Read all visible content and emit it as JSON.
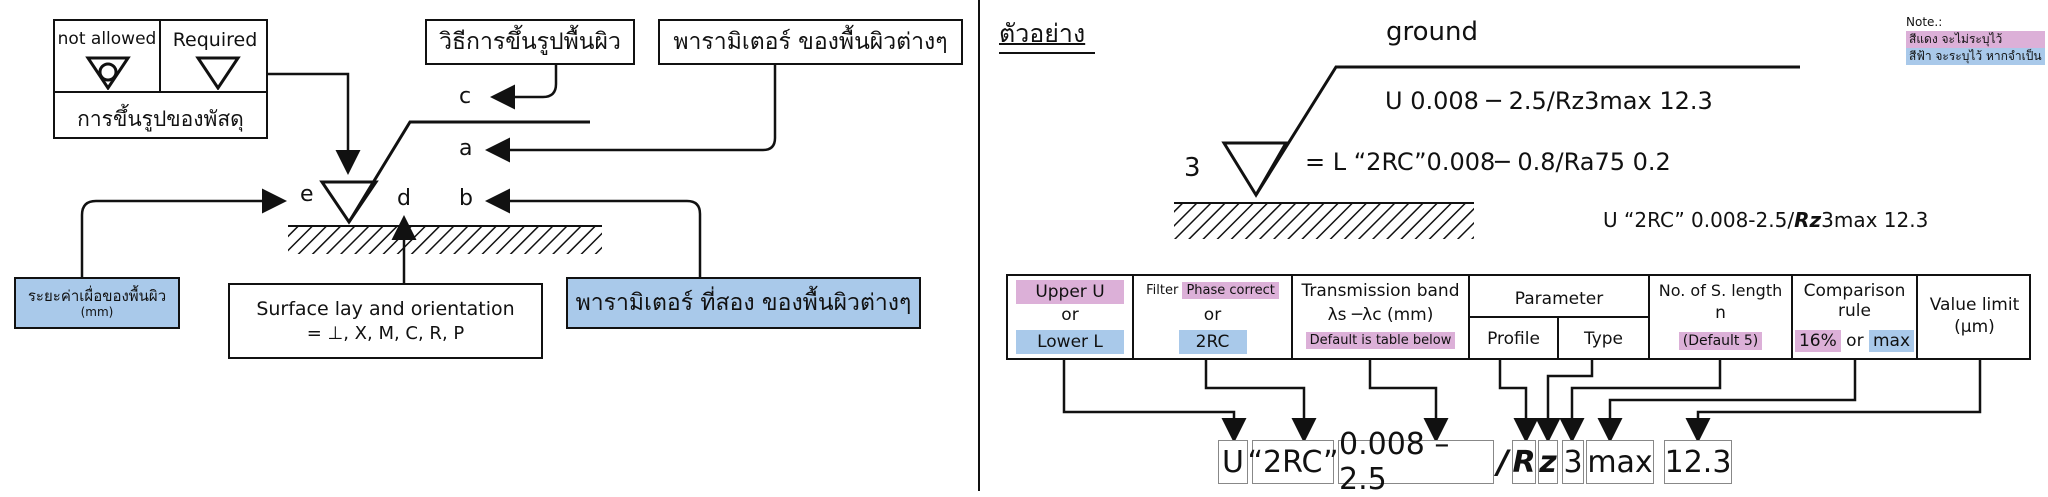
{
  "left": {
    "not_allowed": "not allowed",
    "required": "Required",
    "material_shaping": "การขึ้นรูปของพัสดุ",
    "process_box": "วิธีการขึ้นรูปพื้นผิว",
    "params_box": "พารามิเตอร์ ของพื้นผิวต่างๆ",
    "letter_c": "c",
    "letter_a": "a",
    "letter_e": "e",
    "letter_d": "d",
    "letter_b": "b",
    "allowance_label": "ระยะค่าเผื่อของพื้นผิว",
    "allowance_unit": "(mm)",
    "lay_title": "Surface lay and orientation",
    "lay_options": "= ⊥, X, M, C, R, P",
    "second_params": "พารามิเตอร์ ที่สอง ของพื้นผิวต่างๆ"
  },
  "right": {
    "example_title": "ตัวอย่าง",
    "ground": "ground",
    "line1": "U 0.008 ─ 2.5/Rz3max  12.3",
    "line2": "= L “2RC”0.008─ 0.8/Ra75  0.2",
    "allowance_value": "3",
    "callout_prefix": "U “2RC” 0.008-2.5/",
    "callout_param": "Rz",
    "callout_suffix": "3max 12.3",
    "note_title": "Note.:",
    "note_pink": "สีแดง จะไม่ระบุไว้",
    "note_blue": "สีฟ้า จะระบุไว้ หากจำเป็น"
  },
  "table": {
    "upper": "Upper U",
    "or1": "or",
    "lower": "Lower L",
    "filter_label": "Filter",
    "phase": "Phase correct",
    "or2": "or",
    "rc": "2RC",
    "band_title": "Transmission band",
    "band_sub": "λs  ─λc (mm)",
    "band_default": "Default is table below",
    "parameter": "Parameter",
    "profile": "Profile",
    "type": "Type",
    "slength_title": "No. of S. length",
    "slength_n": "n",
    "slength_default": "(Default 5)",
    "comparison_title": "Comparison",
    "comparison_rule": "rule",
    "pct": "16%",
    "or3": "or",
    "max": "max",
    "value_title": "Value limit",
    "value_unit": "(μm)"
  },
  "tokens": {
    "u": "U",
    "rc": "“2RC”",
    "band": "0.008 – 2.5",
    "slash": "/",
    "r": "R",
    "z": "z",
    "n": "3",
    "max": "max",
    "value": "12.3"
  },
  "colors": {
    "pink": "#dcb0d8",
    "blue": "#a9c9ea",
    "line": "#111111"
  }
}
